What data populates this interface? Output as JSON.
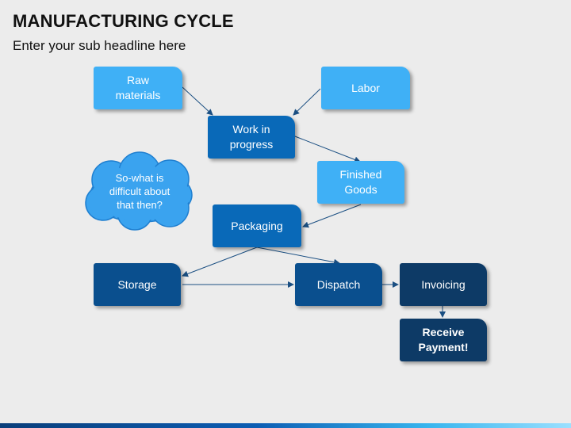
{
  "slide": {
    "title": "MANUFACTURING CYCLE",
    "subtitle": "Enter your sub headline here"
  },
  "nodes": {
    "raw_materials": "Raw\nmaterials",
    "labor": "Labor",
    "work_in_progress": "Work in\nprogress",
    "finished_goods": "Finished\nGoods",
    "packaging": "Packaging",
    "storage": "Storage",
    "dispatch": "Dispatch",
    "invoicing": "Invoicing",
    "receive_payment": "Receive\nPayment!"
  },
  "cloud": {
    "text": "So-what is\ndifficult about\nthat then?"
  },
  "colors": {
    "light_blue": "#3fb0f6",
    "mid_blue": "#0969b8",
    "dark_blue": "#0a4f8e",
    "navy": "#0d3a66",
    "cloud_blue": "#3aa3ef"
  }
}
